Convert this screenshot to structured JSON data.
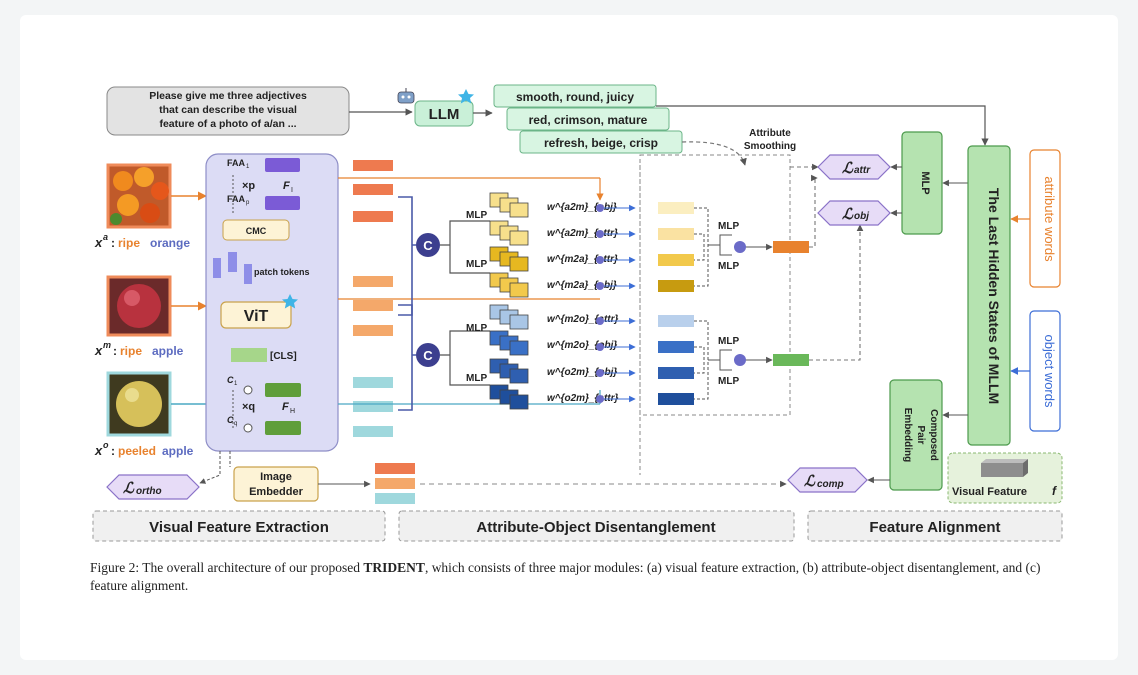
{
  "prompt": {
    "line1": "Please give me three adjectives",
    "line2": "that can describe the visual",
    "line3": "feature of a photo of a/an ..."
  },
  "llm": "LLM",
  "adjectives": [
    "smooth, round, juicy",
    "red, crimson, mature",
    "refresh, beige, crisp"
  ],
  "attribute_smoothing": [
    "Attribute",
    "Smoothing"
  ],
  "inputs": [
    {
      "symbol": "x",
      "sup": "a",
      "attr": "ripe",
      "obj": "orange",
      "attr_color": "#e8822e",
      "obj_color": "#5c6bc0"
    },
    {
      "symbol": "x",
      "sup": "m",
      "attr": "ripe",
      "obj": "apple",
      "attr_color": "#e8822e",
      "obj_color": "#5c6bc0"
    },
    {
      "symbol": "x",
      "sup": "o",
      "attr": "peeled",
      "obj": "apple",
      "attr_color": "#e8822e",
      "obj_color": "#5c6bc0"
    }
  ],
  "encoder": {
    "faa1": "FAA",
    "faa1_sub": "1",
    "faap": "FAA",
    "faap_sub": "p",
    "times_p": "×p",
    "F_I": "F",
    "F_I_sub": "I",
    "cmc": "CMC",
    "patch_tokens": "patch tokens",
    "vit": "ViT",
    "cls": "[CLS]",
    "c1": "C",
    "c1_sub": "1",
    "cq": "C",
    "cq_sub": "q",
    "times_q": "×q",
    "F_H": "F",
    "F_H_sub": "H"
  },
  "concat_label": "C",
  "mlp": "MLP",
  "weights_top": [
    "w^{a2m}_{obj}",
    "w^{a2m}_{attr}",
    "w^{m2a}_{attr}",
    "w^{m2a}_{obj}"
  ],
  "weights_bottom": [
    "w^{m2o}_{attr}",
    "w^{m2o}_{obj}",
    "w^{o2m}_{obj}",
    "w^{o2m}_{attr}"
  ],
  "loss_attr": "attr",
  "loss_obj": "obj",
  "loss_ortho": "ortho",
  "loss_comp": "comp",
  "loss_symbol": "ℒ",
  "right_mlp": "MLP",
  "mllm": "The Last Hidden States of MLLM",
  "attribute_words": "attribute words",
  "object_words": "object words",
  "composed": [
    "Composed",
    "Pair",
    "Embedding"
  ],
  "image_embedder": [
    "Image",
    "Embedder"
  ],
  "visual_feature": "Visual Feature",
  "visual_feature_symbol": "f",
  "sections": [
    "Visual Feature Extraction",
    "Attribute-Object Disentanglement",
    "Feature Alignment"
  ],
  "caption": {
    "prefix": "Figure 2: The overall architecture of our proposed ",
    "name": "TRIDENT",
    "suffix": ", which consists of three major modules: (a) visual feature extraction, (b) attribute-object disentanglement, and (c) feature alignment."
  },
  "colors": {
    "orange": "#ee7a4f",
    "light_orange": "#f4a86a",
    "cyan": "#9fd8dd",
    "green_panel": "#bfe8c0",
    "purple_panel": "#e8dff5",
    "mllm_green": "#b5e3b0",
    "violet": "#7b5bd6",
    "concat": "#3c3f8f"
  }
}
